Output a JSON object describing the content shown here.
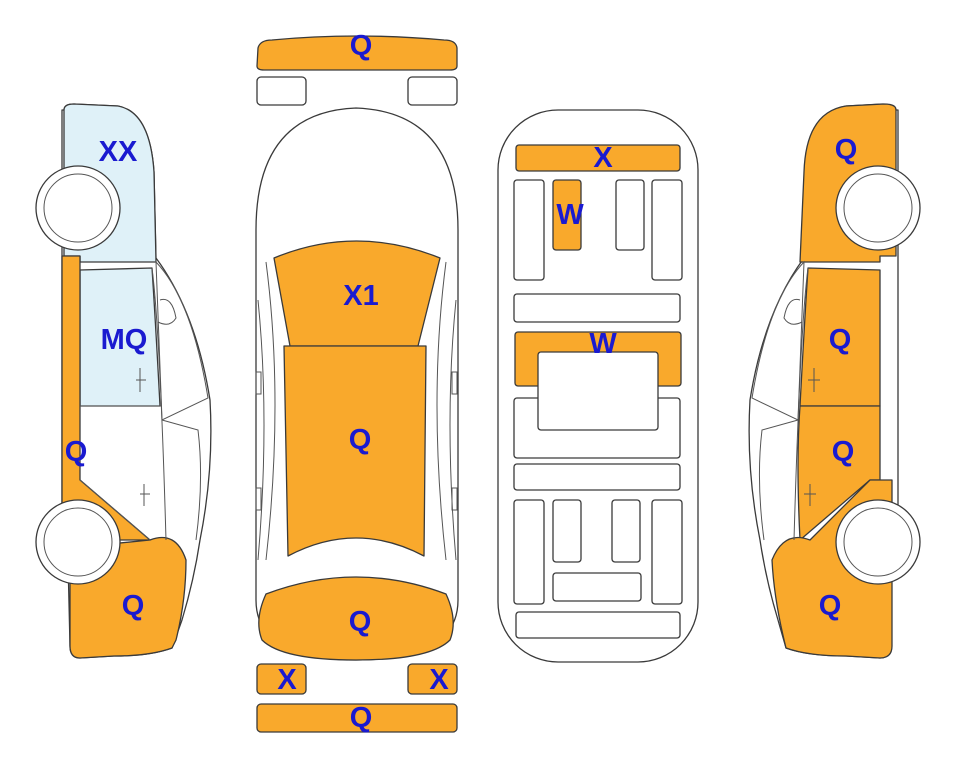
{
  "colors": {
    "damage": "#f9a92c",
    "glass_marked": "#dff1f8",
    "outline": "#3a3a3a",
    "label": "#1a1ad0",
    "background": "#ffffff"
  },
  "panels": {
    "front_bumper": "Q",
    "hood": "X1",
    "roof": "Q",
    "trunk": "Q",
    "rear_light_left": "X",
    "rear_light_right": "X",
    "rear_bumper": "Q",
    "left_front_fender": "XX",
    "left_front_door": "MQ",
    "left_rear_door": "Q",
    "left_rear_quarter": "Q",
    "interior_dashboard": "X",
    "interior_front_seat": "W",
    "interior_rear_seat": "W",
    "right_front_fender": "Q",
    "right_front_door": "Q",
    "right_rear_door": "Q",
    "right_rear_quarter": "Q"
  }
}
